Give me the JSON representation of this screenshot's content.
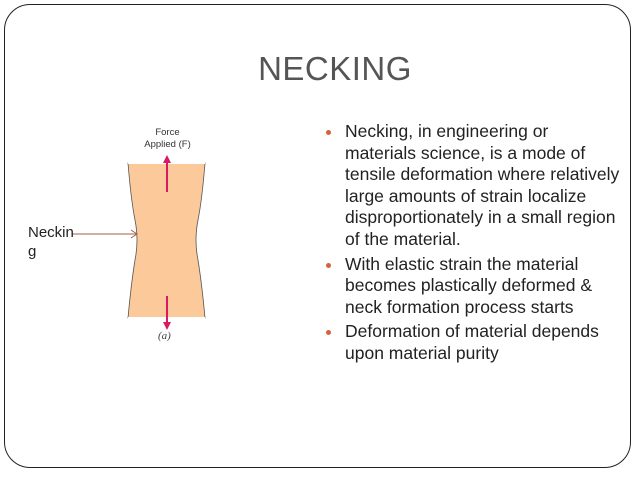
{
  "slide": {
    "title": "NECKING",
    "figure": {
      "force_label_line1": "Force",
      "force_label_line2": "Applied (F)",
      "necking_label_line1": "Neckin",
      "necking_label_line2": "g",
      "caption": "(a)",
      "colors": {
        "specimen": "#fcc99b",
        "force_arrow": "#d81b60",
        "pointer_arrow": "#a0614a"
      }
    },
    "bullets": [
      {
        "text": "Necking, in engineering or materials science, is a mode of tensile deformation where relatively large amounts of strain localize disproportionately in a small region of the material."
      },
      {
        "text": "With elastic strain the material becomes plastically deformed & neck formation process starts"
      },
      {
        "text": "Deformation of material depends upon material purity"
      }
    ],
    "bullet_color": "#d2643c"
  }
}
